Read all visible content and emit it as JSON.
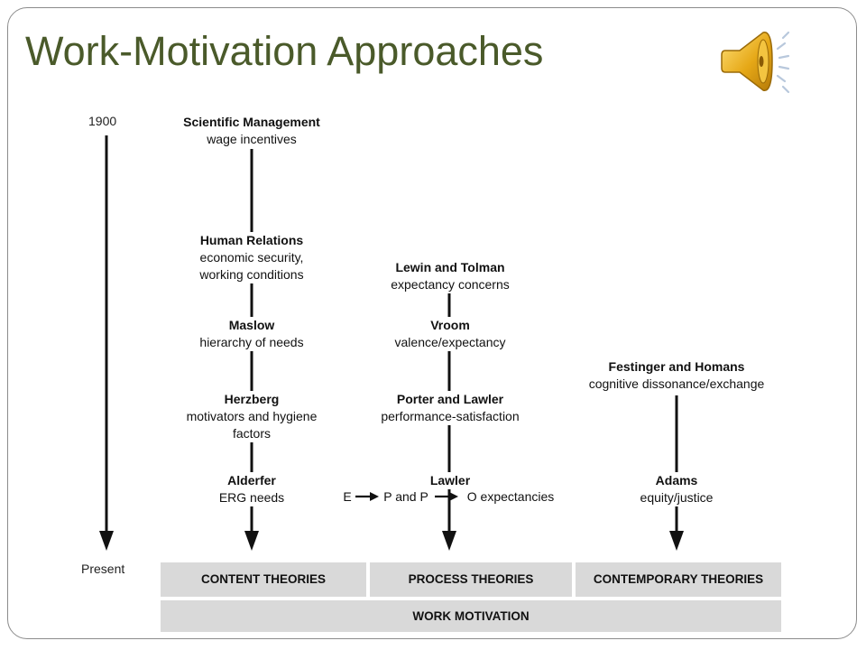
{
  "slide": {
    "title": "Work-Motivation Approaches",
    "icon": "speaker-audio-icon",
    "accent_color": "#4a5a2a",
    "icon_color": "#e6a817"
  },
  "timeline": {
    "start_label": "1900",
    "end_label": "Present"
  },
  "columns": {
    "content": {
      "nodes": [
        {
          "title": "Scientific Management",
          "subtitle": [
            "wage incentives"
          ]
        },
        {
          "title": "Human Relations",
          "subtitle": [
            "economic security,",
            "working conditions"
          ]
        },
        {
          "title": "Maslow",
          "subtitle": [
            "hierarchy of needs"
          ]
        },
        {
          "title": "Herzberg",
          "subtitle": [
            "motivators and hygiene",
            "factors"
          ]
        },
        {
          "title": "Alderfer",
          "subtitle": [
            "ERG needs"
          ]
        }
      ],
      "footer": "CONTENT THEORIES"
    },
    "process": {
      "nodes": [
        {
          "title": "Lewin and Tolman",
          "subtitle": [
            "expectancy concerns"
          ]
        },
        {
          "title": "Vroom",
          "subtitle": [
            "valence/expectancy"
          ]
        },
        {
          "title": "Porter and Lawler",
          "subtitle": [
            "performance-satisfaction"
          ]
        },
        {
          "title": "Lawler",
          "subtitle": []
        }
      ],
      "lawler_expectancies": {
        "e": "E",
        "p_and_p": "P and P",
        "o_expectancies": "O expectancies"
      },
      "footer": "PROCESS THEORIES"
    },
    "contemporary": {
      "nodes": [
        {
          "title": "Festinger and Homans",
          "subtitle": [
            "cognitive dissonance/exchange"
          ]
        },
        {
          "title": "Adams",
          "subtitle": [
            "equity/justice"
          ]
        }
      ],
      "footer": "CONTEMPORARY THEORIES"
    }
  },
  "base_band": "WORK MOTIVATION"
}
